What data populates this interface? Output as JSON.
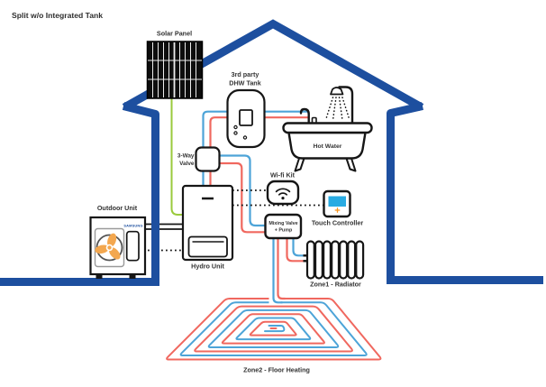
{
  "title": "Split w/o Integrated Tank",
  "components": {
    "solar_panel": {
      "label": "Solar Panel"
    },
    "dhw_tank": {
      "label_line1": "3rd party",
      "label_line2": "DHW Tank"
    },
    "hot_water": {
      "label": "Hot Water"
    },
    "three_way_valve": {
      "label_line1": "3-Way",
      "label_line2": "Valve"
    },
    "wifi_kit": {
      "label": "Wi-fi Kit"
    },
    "touch_controller": {
      "label": "Touch Controller"
    },
    "mixing_valve": {
      "label_line1": "Mixing Valve",
      "label_line2": "+ Pump"
    },
    "hydro_unit": {
      "label": "Hydro Unit"
    },
    "outdoor_unit": {
      "label": "Outdoor Unit",
      "brand": "SAMSUNG"
    },
    "zone1": {
      "label": "Zone1 - Radiator"
    },
    "zone2": {
      "label": "Zone2 - Floor Heating"
    }
  },
  "colors": {
    "house_outline": "#1d4f9f",
    "pipe_hot": "#f0685f",
    "pipe_cold": "#4da4d8",
    "pipe_refrigerant": "#161616",
    "solar_feed": "#9aca3c",
    "fan_blades": "#f3a74f",
    "controller_screen": "#29abe2",
    "controller_plus": "#f7941d",
    "device_outline": "#161616",
    "label_text": "#333333"
  }
}
